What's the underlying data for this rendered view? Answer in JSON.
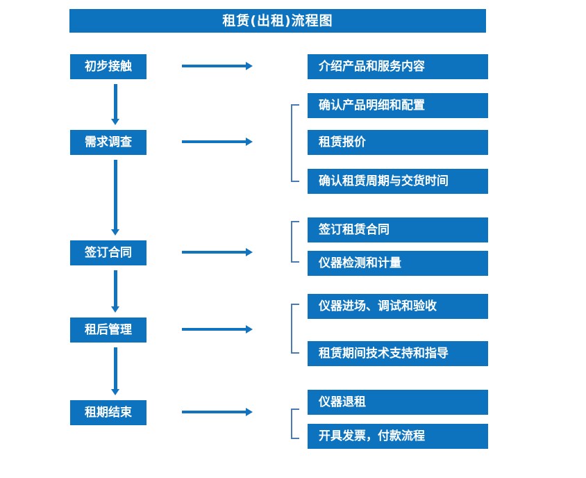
{
  "diagram": {
    "title": "租赁(出租)流程图",
    "colors": {
      "box_blue": "#0d73bf",
      "arrow_blue": "#1273be",
      "bracket_blue": "#4a7ab5",
      "text_white": "#ffffff",
      "background": "#ffffff"
    },
    "stages": [
      {
        "id": "stage-1",
        "label": "初步接触"
      },
      {
        "id": "stage-2",
        "label": "需求调查"
      },
      {
        "id": "stage-3",
        "label": "签订合同"
      },
      {
        "id": "stage-4",
        "label": "租后管理"
      },
      {
        "id": "stage-5",
        "label": "租期结束"
      }
    ],
    "details": [
      {
        "id": "detail-1",
        "label": "介绍产品和服务内容"
      },
      {
        "id": "detail-2",
        "label": "确认产品明细和配置"
      },
      {
        "id": "detail-3",
        "label": "租赁报价"
      },
      {
        "id": "detail-4",
        "label": "确认租赁周期与交货时间"
      },
      {
        "id": "detail-5",
        "label": "签订租赁合同"
      },
      {
        "id": "detail-6",
        "label": "仪器检测和计量"
      },
      {
        "id": "detail-7",
        "label": "仪器进场、调试和验收"
      },
      {
        "id": "detail-8",
        "label": "租赁期间技术支持和指导"
      },
      {
        "id": "detail-9",
        "label": "仪器退租"
      },
      {
        "id": "detail-10",
        "label": "开具发票，付款流程"
      }
    ],
    "groups": [
      {
        "id": "group-1",
        "stage": "需求调查",
        "members": [
          "确认产品明细和配置",
          "租赁报价",
          "确认租赁周期与交货时间"
        ]
      },
      {
        "id": "group-2",
        "stage": "签订合同",
        "members": [
          "签订租赁合同",
          "仪器检测和计量"
        ]
      },
      {
        "id": "group-3",
        "stage": "租后管理",
        "members": [
          "仪器进场、调试和验收",
          "租赁期间技术支持和指导"
        ]
      },
      {
        "id": "group-4",
        "stage": "租期结束",
        "members": [
          "仪器退租",
          "开具发票，付款流程"
        ]
      }
    ]
  }
}
